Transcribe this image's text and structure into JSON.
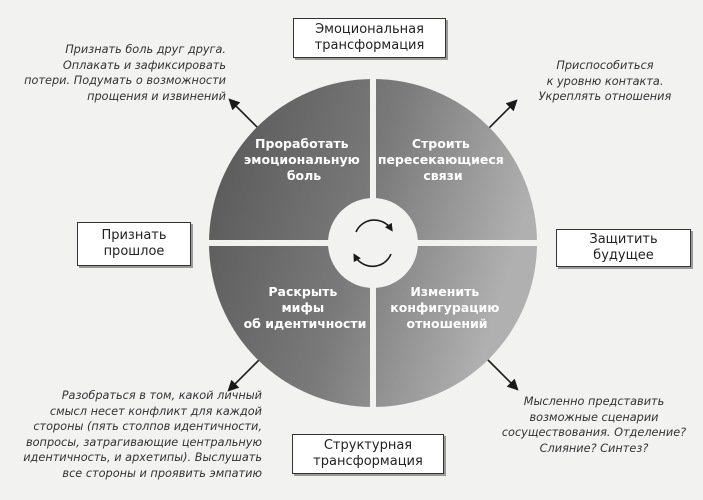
{
  "boxes": {
    "top": {
      "line1": "Эмоциональная",
      "line2": "трансформация"
    },
    "left": {
      "line1": "Признать",
      "line2": "прошлое"
    },
    "right": {
      "line1": "Защитить",
      "line2": "будущее"
    },
    "bottom": {
      "line1": "Структурная",
      "line2": "трансформация"
    }
  },
  "quadrants": {
    "top_left": [
      "Проработать",
      "эмоциональную",
      "боль"
    ],
    "top_right": [
      "Строить",
      "пересекающиеся",
      "связи"
    ],
    "bottom_left": [
      "Раскрыть",
      "мифы",
      "об идентичности"
    ],
    "bottom_right": [
      "Изменить",
      "конфигурацию",
      "отношений"
    ]
  },
  "notes": {
    "top_left": [
      "Признать боль друг друга.",
      "Оплакать и зафиксировать",
      "потери. Подумать о возможности",
      "прощения и извинений"
    ],
    "top_right": [
      "Приспособиться",
      "к уровню контакта.",
      "Укреплять отношения"
    ],
    "bottom_left": [
      "Разобраться в том, какой личный",
      "смысл несет конфликт для каждой",
      "стороны (пять столпов идентичности,",
      "вопросы, затрагивающие центральную",
      "идентичность, и архетипы). Выслушать",
      "все стороны и проявить эмпатию"
    ],
    "bottom_right": [
      "Мысленно представить",
      "возможные сценарии",
      "сосуществования. Отделение?",
      "Слияние? Синтез?"
    ]
  },
  "colors": {
    "circle_dark": "#5b5b5b",
    "circle_light": "#a8a8a8",
    "divider": "#f2f2f1",
    "arrow": "#1a1a1a",
    "center_icon": "cycle-arrows-icon"
  }
}
